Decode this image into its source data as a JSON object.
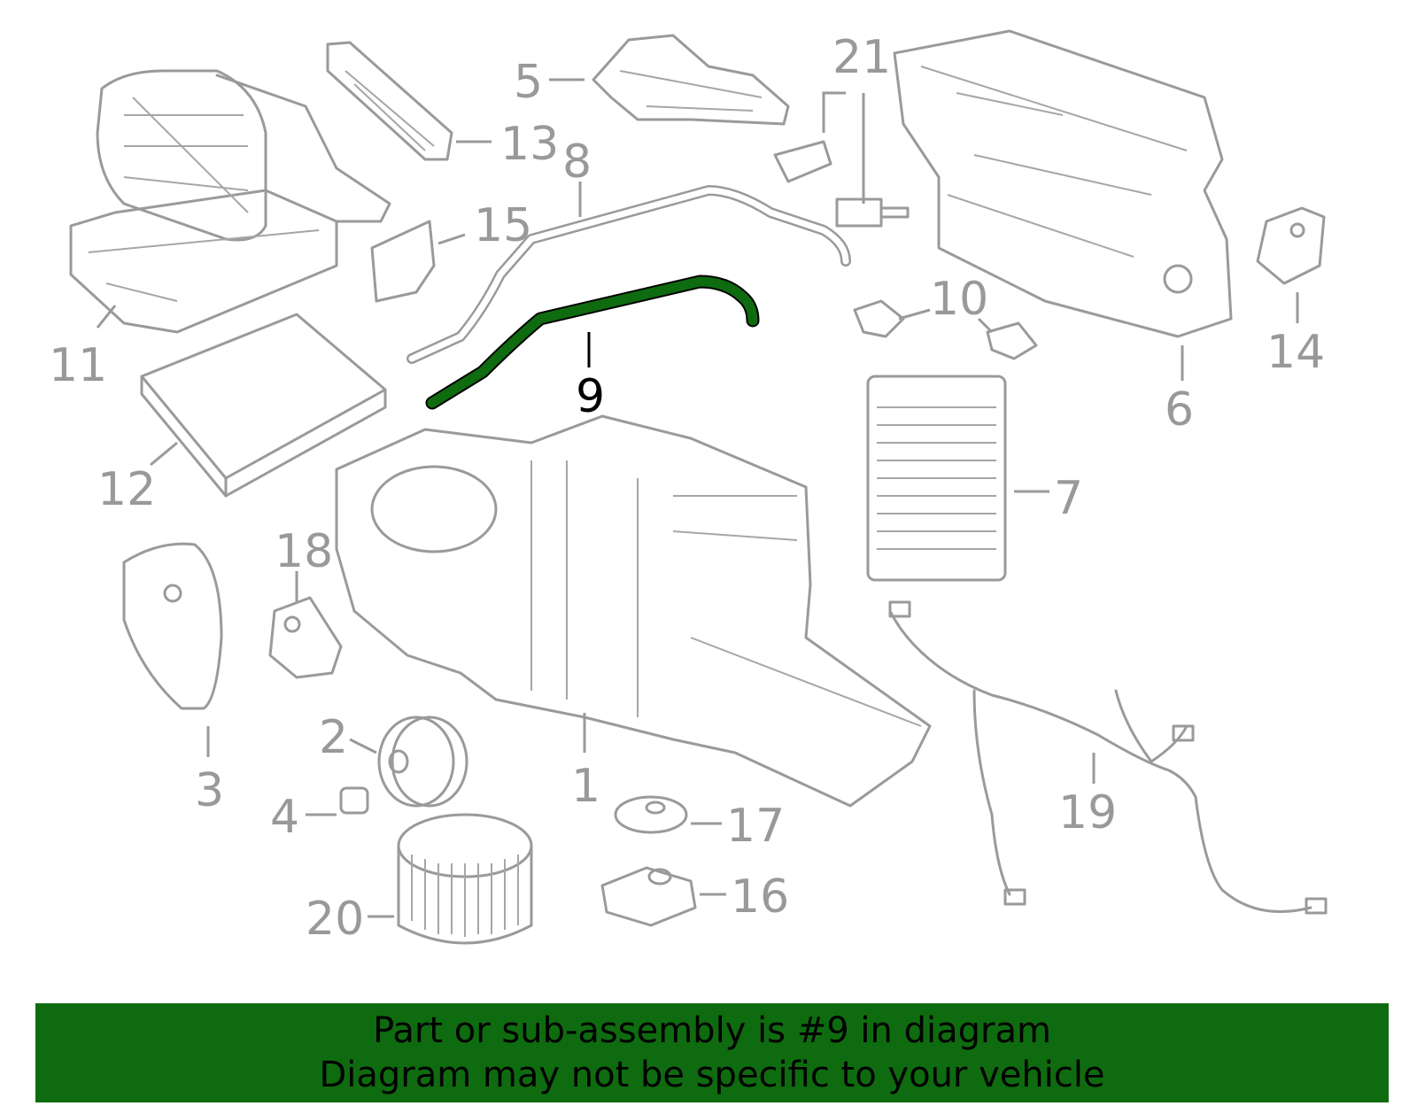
{
  "colors": {
    "highlight": "#0f6b0f",
    "line": "#9a9a9a",
    "banner_bg": "#0f6b0f",
    "banner_text": "#000000"
  },
  "callouts": {
    "c1": "1",
    "c2": "2",
    "c3": "3",
    "c4": "4",
    "c5": "5",
    "c6": "6",
    "c7": "7",
    "c8": "8",
    "c9": "9",
    "c10": "10",
    "c11": "11",
    "c12": "12",
    "c13": "13",
    "c14": "14",
    "c15": "15",
    "c16": "16",
    "c17": "17",
    "c18": "18",
    "c19": "19",
    "c20": "20",
    "c21": "21"
  },
  "highlighted_part": "9",
  "banner": {
    "line1": "Part or sub-assembly is #9 in diagram",
    "line2": "Diagram may not be specific to your vehicle"
  }
}
